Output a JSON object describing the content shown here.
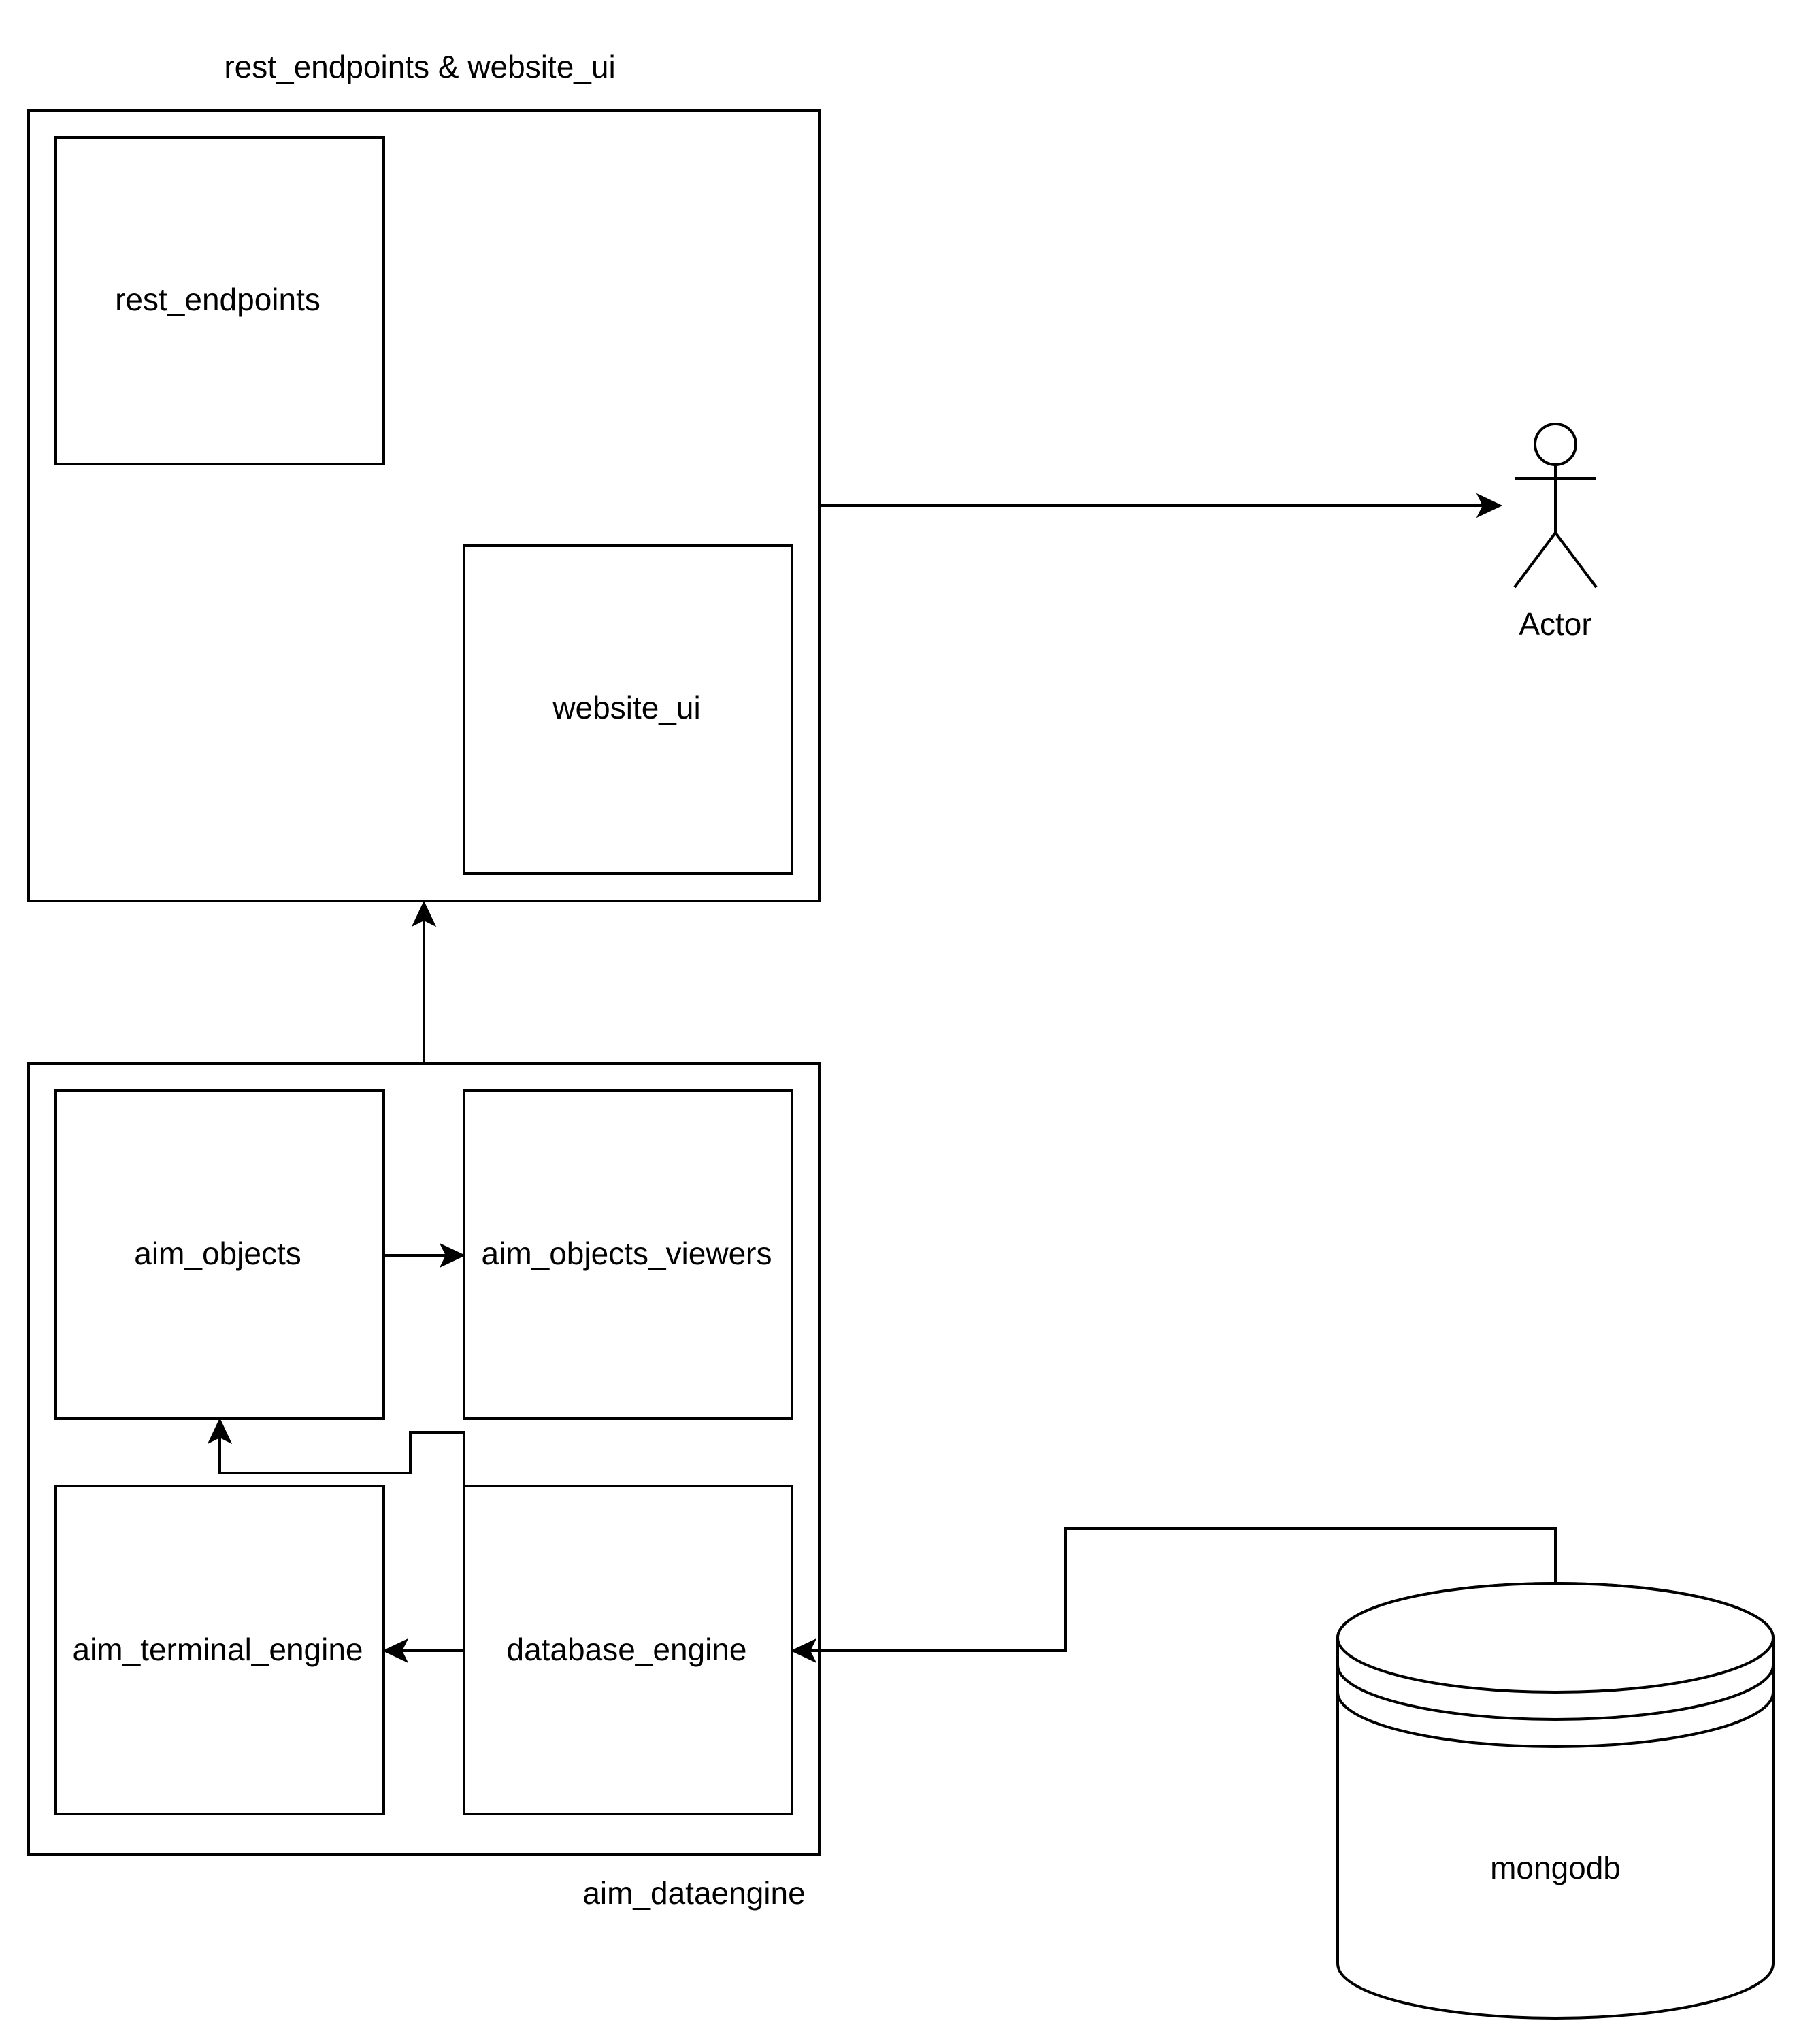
{
  "groups": {
    "web": {
      "label": "rest_endpoints & website_ui"
    },
    "engine": {
      "label": "aim_dataengine"
    }
  },
  "nodes": {
    "rest_endpoints": {
      "label": "rest_endpoints"
    },
    "website_ui": {
      "label": "website_ui"
    },
    "aim_objects": {
      "label": "aim_objects"
    },
    "aim_objects_viewers": {
      "label": "aim_objects_viewers"
    },
    "aim_terminal_engine": {
      "label": "aim_terminal_engine"
    },
    "database_engine": {
      "label": "database_engine"
    },
    "mongodb": {
      "label": "mongodb"
    },
    "actor": {
      "label": "Actor"
    }
  },
  "edges": [
    {
      "from": "rest_endpoints & website_ui",
      "to": "Actor"
    },
    {
      "from": "aim_dataengine",
      "to": "rest_endpoints & website_ui"
    },
    {
      "from": "aim_objects",
      "to": "aim_objects_viewers"
    },
    {
      "from": "database_engine",
      "to": "aim_objects"
    },
    {
      "from": "database_engine",
      "to": "aim_terminal_engine"
    },
    {
      "from": "mongodb",
      "to": "database_engine"
    }
  ]
}
